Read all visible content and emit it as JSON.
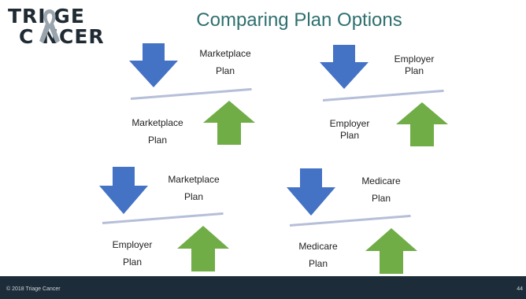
{
  "logo": {
    "line1": "TRI GE",
    "line2": "C NCER",
    "ribbon_color": "#9aa4ad"
  },
  "title": "Comparing Plan Options",
  "colors": {
    "down_arrow": "#4472c4",
    "up_arrow": "#70ad47",
    "balance_bar": "#b6bfd9",
    "footer_bg": "#1d2c39",
    "title": "#2f6f6f"
  },
  "comparisons": [
    {
      "top_label": [
        "Marketplace",
        "Plan"
      ],
      "bottom_label": [
        "Marketplace",
        "Plan"
      ]
    },
    {
      "top_label": [
        "Employer",
        "Plan"
      ],
      "bottom_label": [
        "Employer",
        "Plan"
      ]
    },
    {
      "top_label": [
        "Marketplace",
        "Plan"
      ],
      "bottom_label": [
        "Employer",
        "Plan"
      ]
    },
    {
      "top_label": [
        "Medicare",
        "Plan"
      ],
      "bottom_label": [
        "Medicare",
        "Plan"
      ]
    }
  ],
  "footer": {
    "copyright": "© 2018 Triage Cancer",
    "page_number": "44"
  }
}
